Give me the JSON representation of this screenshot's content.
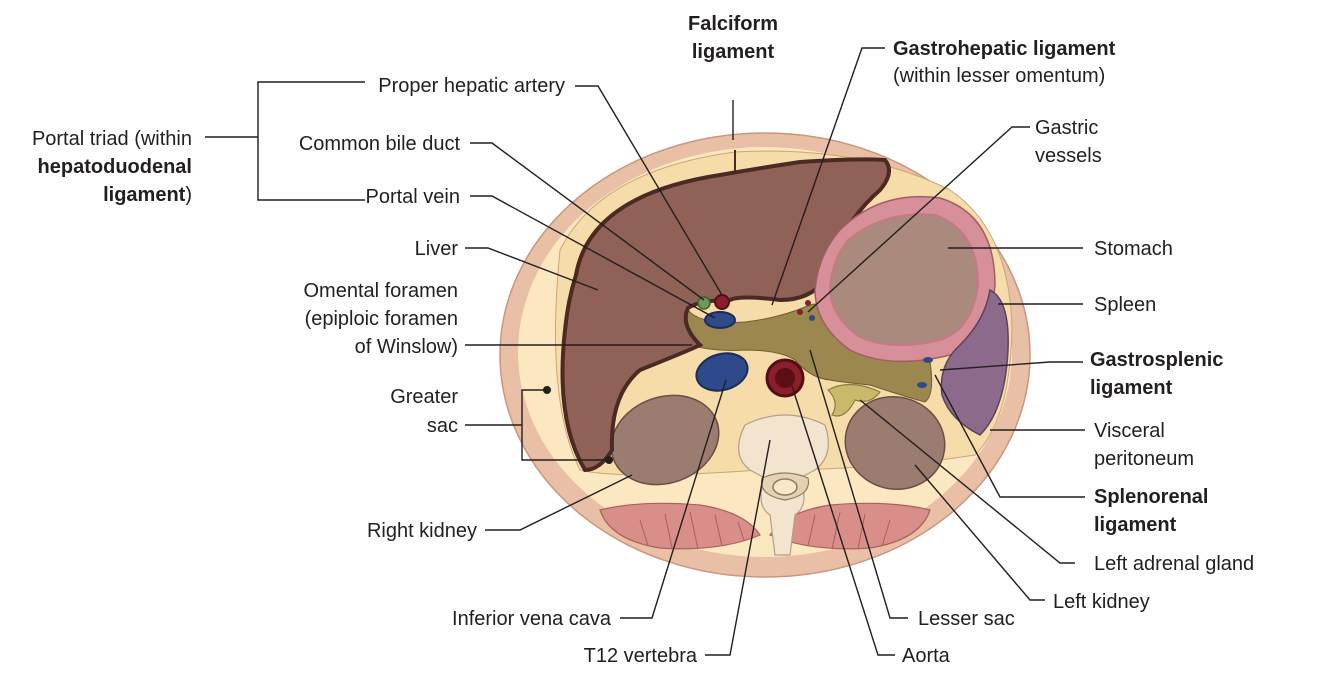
{
  "colors": {
    "skin": "#e9bfa5",
    "fat": "#fbe8c0",
    "liver": "#8f6157",
    "liver_edge": "#4a2a23",
    "stomach_wall": "#d7909a",
    "stomach_lumen": "#a98a7d",
    "spleen": "#8c6a8c",
    "omentum": "#9c874e",
    "kidney": "#9b7c70",
    "muscle": "#d98e8a",
    "vertebra": "#f2e4cf",
    "ivc": "#2e4a8a",
    "aorta": "#8a1e2b",
    "bile_duct": "#6d9a55",
    "label_text": "#231f20"
  },
  "labels": {
    "falciform": [
      "Falciform",
      "ligament"
    ],
    "gastrohepatic": [
      "Gastrohepatic ligament",
      "(within lesser omentum)"
    ],
    "proper_hepatic_artery": "Proper hepatic artery",
    "portal_triad": [
      "Portal triad (within",
      "hepatoduodenal",
      "ligament)"
    ],
    "common_bile_duct": "Common bile duct",
    "portal_vein": "Portal vein",
    "liver": "Liver",
    "omental_foramen": [
      "Omental foramen",
      "(epiploic foramen",
      "of Winslow)"
    ],
    "greater_sac": [
      "Greater",
      "sac"
    ],
    "right_kidney": "Right kidney",
    "inferior_vena_cava": "Inferior vena cava",
    "t12_vertebra": "T12 vertebra",
    "gastric_vessels": [
      "Gastric",
      "vessels"
    ],
    "stomach": "Stomach",
    "spleen": "Spleen",
    "gastrosplenic": [
      "Gastrosplenic",
      "ligament"
    ],
    "visceral_peritoneum": [
      "Visceral",
      "peritoneum"
    ],
    "splenorenal": [
      "Splenorenal",
      "ligament"
    ],
    "left_adrenal_gland": "Left adrenal gland",
    "left_kidney": "Left kidney",
    "lesser_sac": "Lesser sac",
    "aorta": "Aorta"
  }
}
